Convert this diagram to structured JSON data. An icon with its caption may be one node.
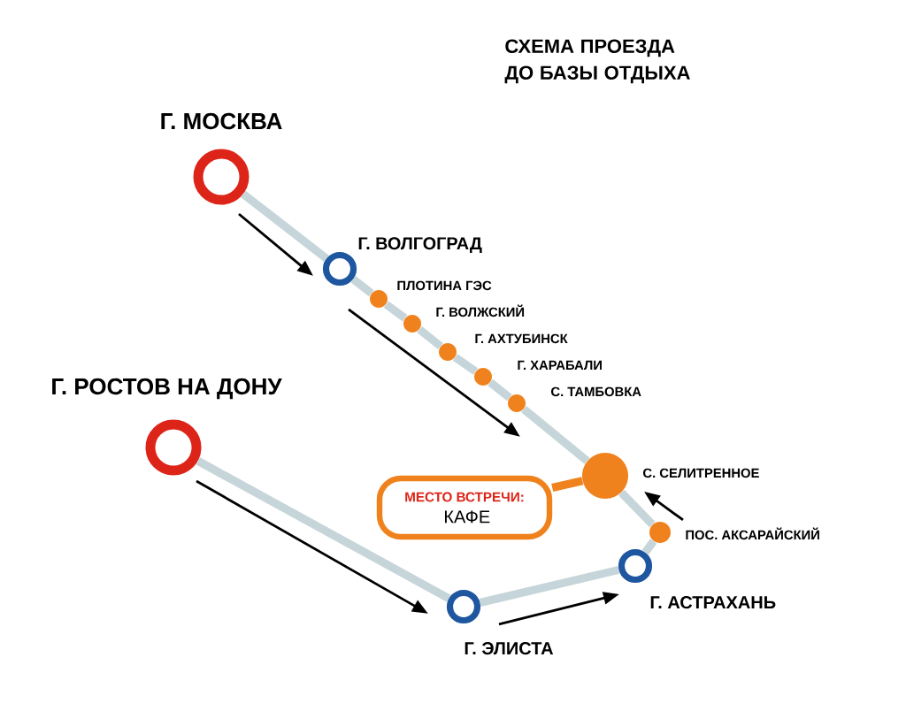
{
  "diagram": {
    "title": "СХЕМА ПРОЕЗДА ДО БАЗЫ ОТДЫХА",
    "nodes": [
      {
        "text": [
          "Г. МОСКВА"
        ]
      },
      {
        "text": [
          "Г. ВОЛГОГРАД"
        ]
      },
      {
        "text": [
          "ПЛОТИНА ГЭС"
        ]
      },
      {
        "text": [
          "Г. ВОЛЖСКИЙ"
        ]
      },
      {
        "text": [
          "Г. АХТУБИНСК"
        ]
      },
      {
        "text": [
          "Г. ХАРАБАЛИ"
        ]
      },
      {
        "text": [
          "Г. РОСТОВ НА ДОНУ"
        ]
      },
      {
        "text": [
          "С. ТАМБОВКА"
        ]
      },
      {
        "text": [
          "С. СЕЛИТРЕННОЕ"
        ]
      },
      {
        "text": [
          "МЕСТО ВСТРЕЧИ:",
          "КАФЕ"
        ]
      },
      {
        "text": [
          "ПОС. АКСАРАЙСКИЙ"
        ]
      },
      {
        "text": [
          "Г. АСТРАХАНЬ"
        ]
      },
      {
        "text": [
          "Г. ЭЛИСТА"
        ]
      }
    ],
    "edges": [
      {
        "from": 0,
        "to": 1,
        "arrow": "none"
      },
      {
        "from": 1,
        "to": 2,
        "arrow": "none"
      },
      {
        "from": 2,
        "to": 3,
        "arrow": "none"
      },
      {
        "from": 3,
        "to": 4,
        "arrow": "none"
      },
      {
        "from": 4,
        "to": 5,
        "arrow": "none"
      },
      {
        "from": 5,
        "to": 7,
        "arrow": "none"
      },
      {
        "from": 7,
        "to": 8,
        "arrow": "none"
      },
      {
        "from": 8,
        "to": 10,
        "arrow": "none"
      },
      {
        "from": 10,
        "to": 11,
        "arrow": "none"
      },
      {
        "from": 11,
        "to": 12,
        "arrow": "none"
      },
      {
        "from": 12,
        "to": 6,
        "arrow": "none"
      },
      {
        "from": 9,
        "to": 8,
        "arrow": "none",
        "color": "#f0821e"
      }
    ]
  }
}
